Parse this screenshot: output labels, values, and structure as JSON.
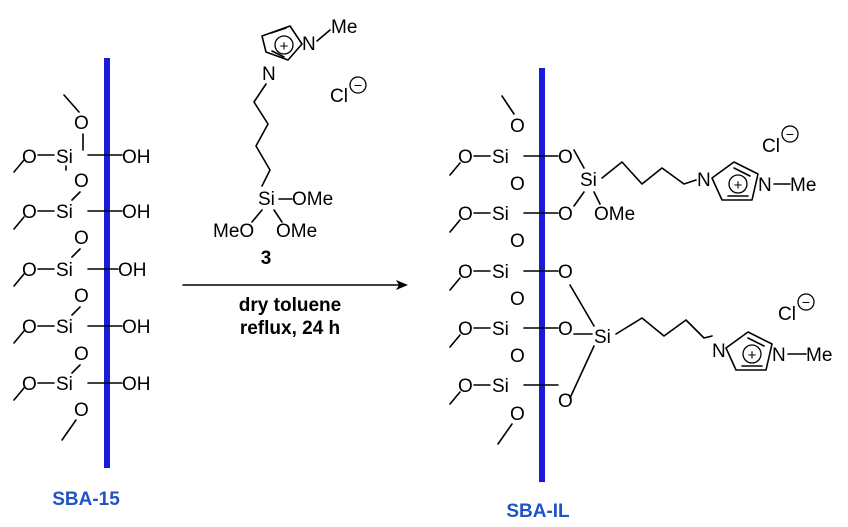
{
  "colors": {
    "support": "#1a1adb",
    "label": "#1f54c8",
    "ink": "#000000"
  },
  "atoms": {
    "O": "O",
    "Si": "Si",
    "OH": "OH",
    "N": "N",
    "Me": "Me",
    "OMe": "OMe",
    "MeO": "MeO",
    "Cl": "Cl",
    "plus": "+",
    "minus": "−"
  },
  "reagent": {
    "number": "3",
    "conditions_line1": "dry toluene",
    "conditions_line2": "reflux, 24 h"
  },
  "labels": {
    "start": "SBA-15",
    "product": "SBA-IL"
  }
}
